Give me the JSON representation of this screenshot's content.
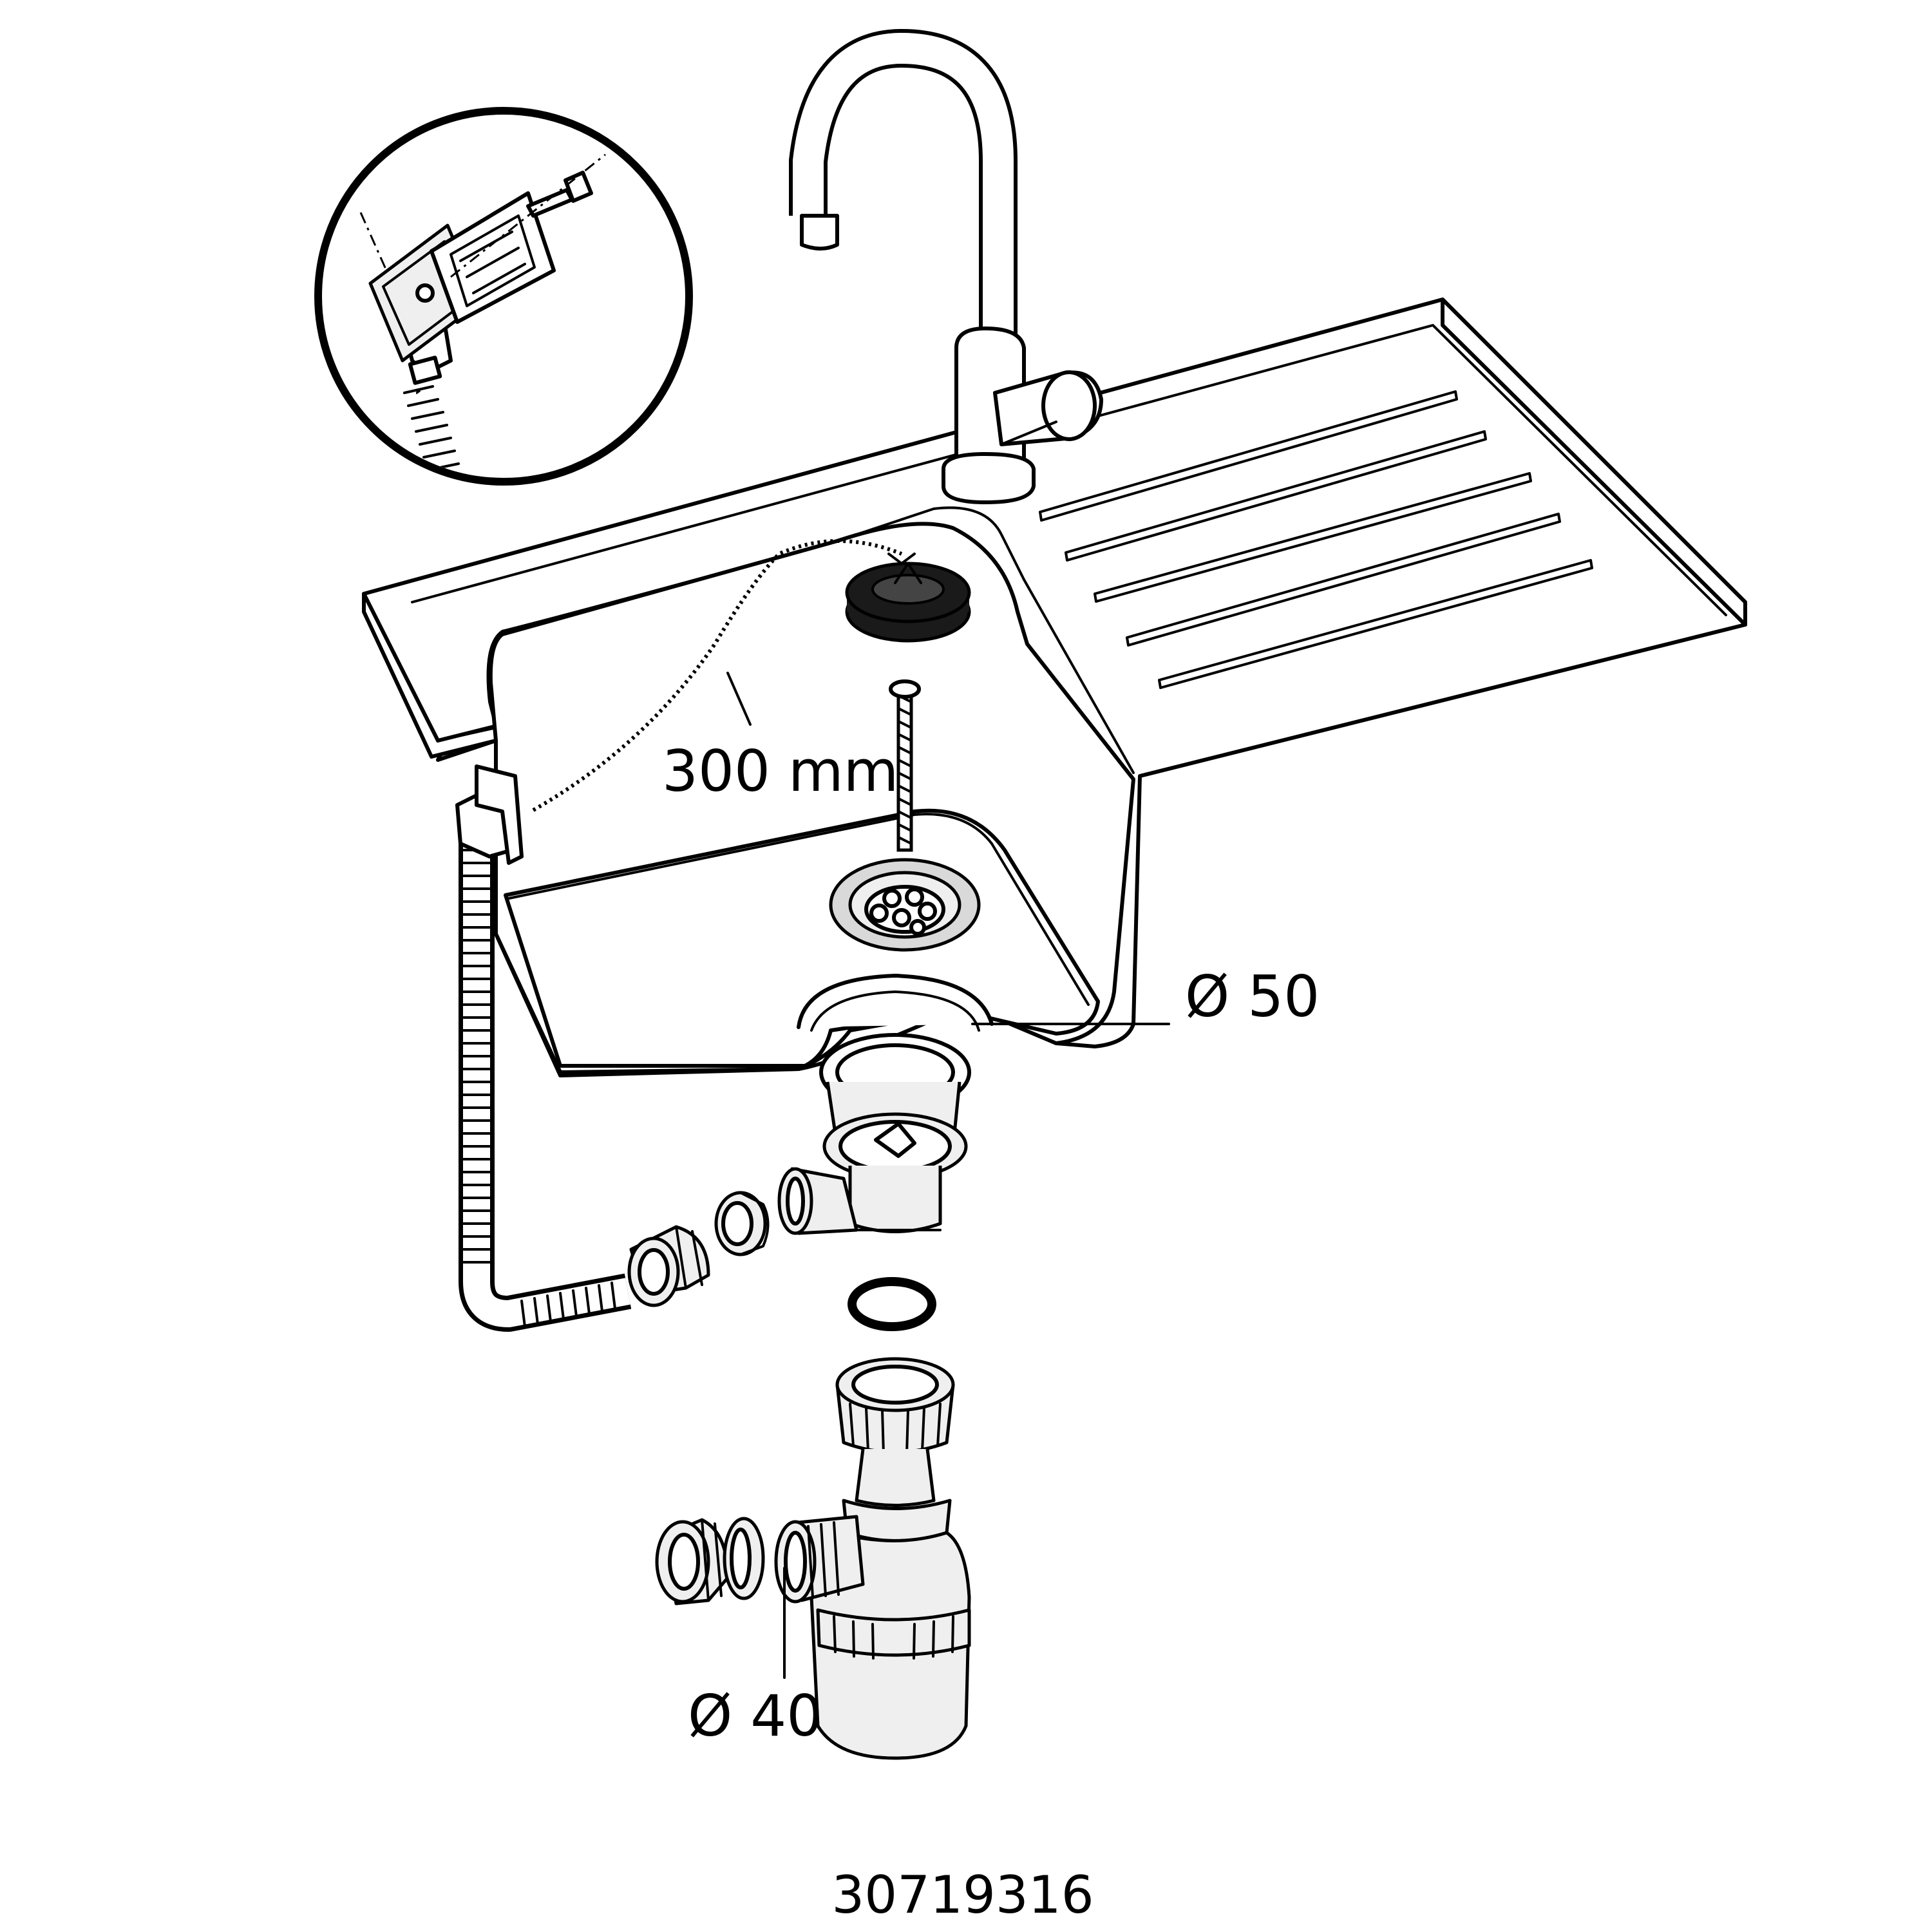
{
  "labels": {
    "chain_length": "300 mm",
    "waste_diameter": "Ø 50",
    "outlet_diameter": "Ø 40",
    "product_code": "30719316"
  },
  "colors": {
    "line": "#000000",
    "metal": "#d9d9d9",
    "plastic": "#efefef",
    "rubber": "#1a1a1a"
  }
}
